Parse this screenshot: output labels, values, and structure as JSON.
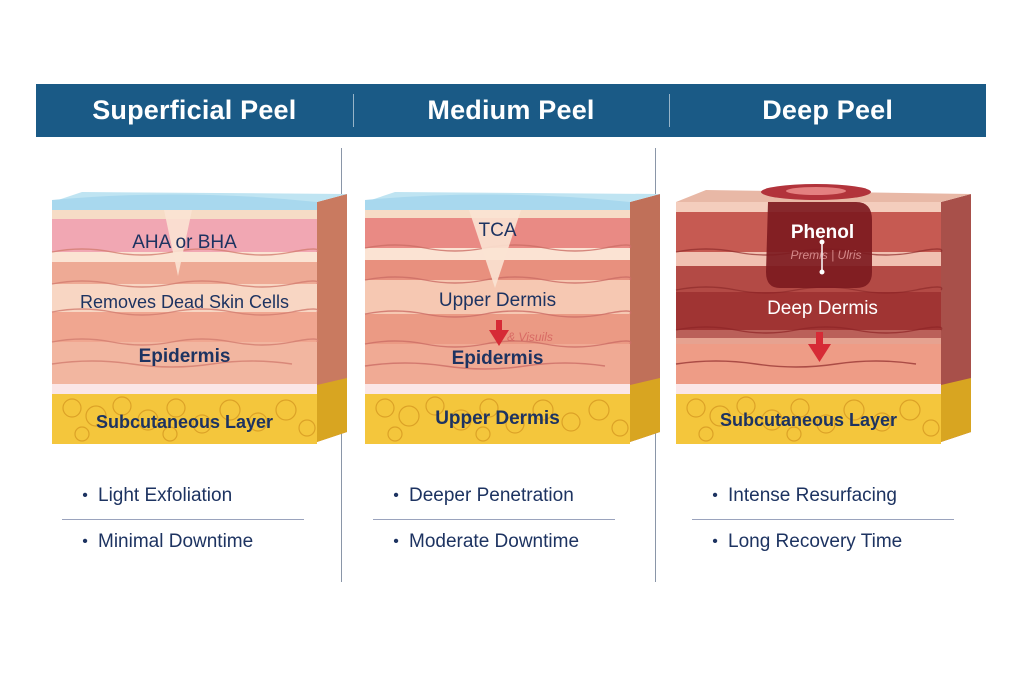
{
  "columns": [
    {
      "title": "Superficial Peel",
      "labels": {
        "agent": "AHA or BHA",
        "action": "Removes Dead Skin Cells",
        "layer": "Epidermis",
        "bottom": "Subcutaneous Layer"
      },
      "bullets": [
        "Light Exfoliation",
        "Minimal Downtime"
      ]
    },
    {
      "title": "Medium Peel",
      "labels": {
        "agent": "TCA",
        "action": "Upper Dermis",
        "faint": "& Visuils",
        "layer": "Epidermis",
        "bottom": "Upper Dermis"
      },
      "bullets": [
        "Deeper Penetration",
        "Moderate Downtime"
      ]
    },
    {
      "title": "Deep Peel",
      "labels": {
        "agent": "Phenol",
        "faint": "Premis | Ulris",
        "action": "Deep Dermis",
        "bottom": "Subcutaneous Layer"
      },
      "bullets": [
        "Intense Resurfacing",
        "Long Recovery Time"
      ]
    }
  ],
  "colors": {
    "header": "#1a5a86",
    "text": "#1d3361",
    "fat": "#f3c53a",
    "arrow": "#d62b36",
    "deep_tint": "#8e1e22"
  }
}
